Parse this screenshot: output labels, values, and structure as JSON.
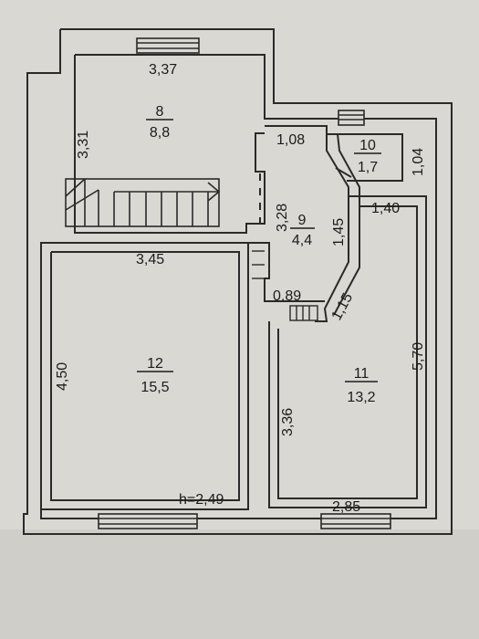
{
  "rooms": [
    {
      "id": "8",
      "number": "8",
      "area": "8,8"
    },
    {
      "id": "9",
      "number": "9",
      "area": "4,4"
    },
    {
      "id": "10",
      "number": "10",
      "area": "1,7"
    },
    {
      "id": "11",
      "number": "11",
      "area": "13,2"
    },
    {
      "id": "12",
      "number": "12",
      "area": "15,5"
    }
  ],
  "dimensions": {
    "r8_width": "3,37",
    "r8_height": "3,31",
    "corridor_top": "1,08",
    "r10_height": "1,04",
    "r9_height": "3,28",
    "r9_right": "1,45",
    "r11_top": "1,40",
    "r12_width": "3,45",
    "r9_bottom": "0,89",
    "r9_diagonal": "1,15",
    "r11_height": "5,70",
    "r12_height": "4,50",
    "r11_inner": "3,36",
    "r11_bottom": "2,85"
  },
  "ceiling_height": "h=2,49"
}
